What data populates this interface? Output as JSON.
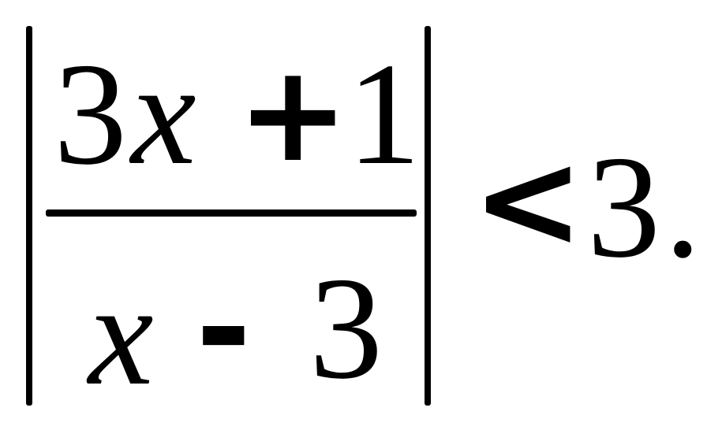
{
  "expression": {
    "numerator": {
      "coefficient": "3",
      "variable": "x",
      "operator": "+",
      "constant": "1"
    },
    "denominator": {
      "variable": "x",
      "operator": "-",
      "constant": "3"
    },
    "relation": "<",
    "right_side": "3",
    "terminator": "."
  }
}
